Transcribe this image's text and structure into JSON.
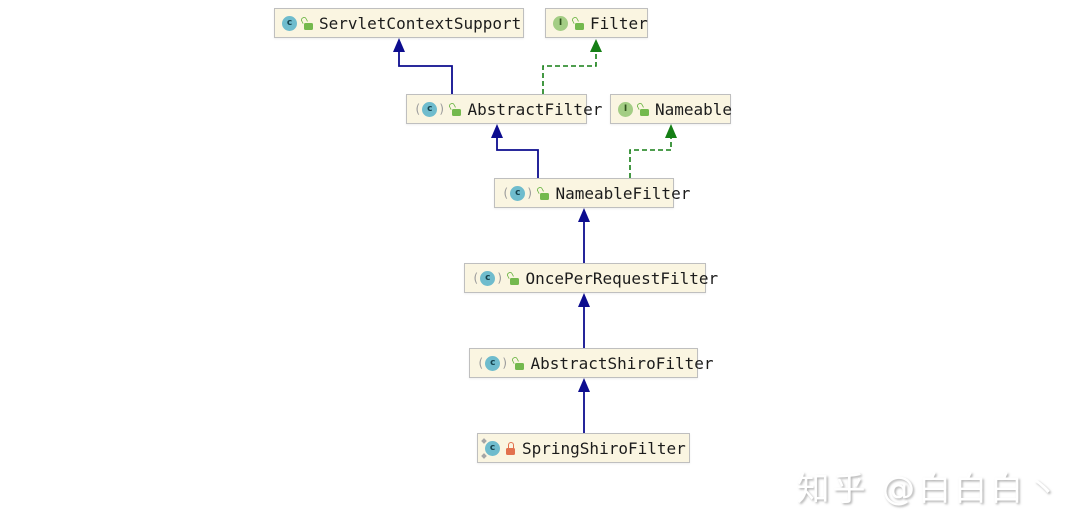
{
  "diagram": {
    "type": "uml-class-hierarchy",
    "nodes": [
      {
        "id": "servlet-context-support",
        "label": "ServletContextSupport",
        "kind": "class",
        "visibility": "unlocked"
      },
      {
        "id": "filter",
        "label": "Filter",
        "kind": "interface",
        "visibility": "unlocked"
      },
      {
        "id": "abstract-filter",
        "label": "AbstractFilter",
        "kind": "abstract-class",
        "visibility": "unlocked"
      },
      {
        "id": "nameable",
        "label": "Nameable",
        "kind": "interface",
        "visibility": "unlocked"
      },
      {
        "id": "nameable-filter",
        "label": "NameableFilter",
        "kind": "abstract-class",
        "visibility": "unlocked"
      },
      {
        "id": "once-per-request-filter",
        "label": "OncePerRequestFilter",
        "kind": "abstract-class",
        "visibility": "unlocked"
      },
      {
        "id": "abstract-shiro-filter",
        "label": "AbstractShiroFilter",
        "kind": "abstract-class",
        "visibility": "unlocked"
      },
      {
        "id": "spring-shiro-filter",
        "label": "SpringShiroFilter",
        "kind": "static-class",
        "visibility": "locked"
      }
    ],
    "edges": [
      {
        "from": "abstract-filter",
        "to": "servlet-context-support",
        "relation": "extends",
        "line": "solid",
        "color": "#0D0D8F"
      },
      {
        "from": "abstract-filter",
        "to": "filter",
        "relation": "implements",
        "line": "dashed",
        "color": "#157F15"
      },
      {
        "from": "nameable-filter",
        "to": "abstract-filter",
        "relation": "extends",
        "line": "solid",
        "color": "#0D0D8F"
      },
      {
        "from": "nameable-filter",
        "to": "nameable",
        "relation": "implements",
        "line": "dashed",
        "color": "#157F15"
      },
      {
        "from": "once-per-request-filter",
        "to": "nameable-filter",
        "relation": "extends",
        "line": "solid",
        "color": "#0D0D8F"
      },
      {
        "from": "abstract-shiro-filter",
        "to": "once-per-request-filter",
        "relation": "extends",
        "line": "solid",
        "color": "#0D0D8F"
      },
      {
        "from": "spring-shiro-filter",
        "to": "abstract-shiro-filter",
        "relation": "extends",
        "line": "solid",
        "color": "#0D0D8F"
      }
    ],
    "colors": {
      "node_fill": "#FAF5E1",
      "node_border": "#BFBFBF",
      "extends_arrow": "#0D0D8F",
      "implements_arrow": "#157F15",
      "class_icon": "#6FBCCD",
      "interface_icon": "#A3CD84",
      "open_lock": "#74B94E",
      "closed_lock": "#E2714E"
    }
  },
  "icon_letters": {
    "class": "c",
    "interface": "I"
  },
  "watermark": {
    "text": "知乎 @白白白丶"
  }
}
